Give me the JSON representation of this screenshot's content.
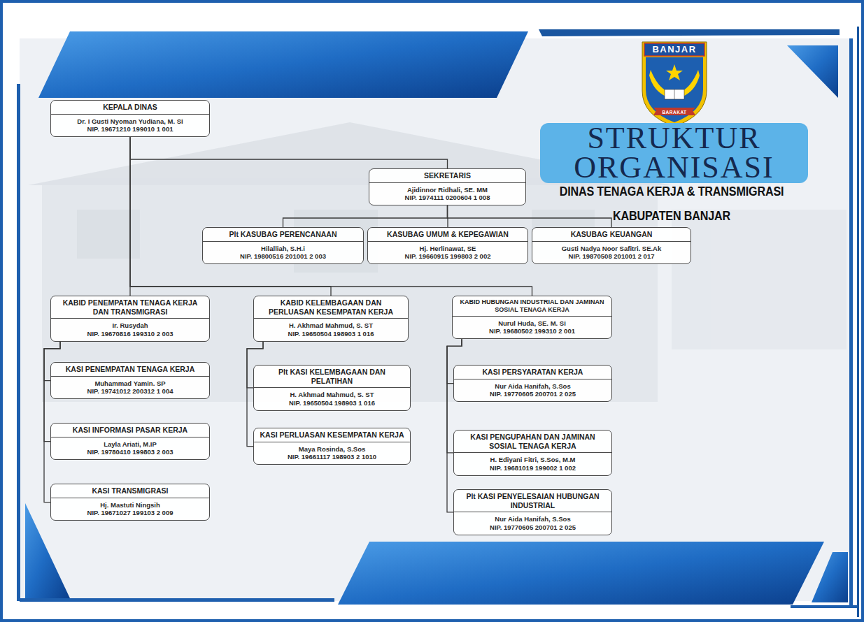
{
  "diagram": {
    "title": "STRUKTUR ORGANISASI",
    "nodes": [
      {
        "text": [
          "KEPALA DINAS",
          "Dr. I Gusti Nyoman Yudiana, M. Si",
          "NIP. 19671210 199010 1 001"
        ]
      },
      {
        "text": [
          "SEKRETARIS",
          "Ajidinnor Ridhali, SE. MM",
          "NIP. 1974111 0200604 1 008"
        ]
      },
      {
        "text": [
          "Plt KASUBAG PERENCANAAN",
          "Hilalliah, S.H.i",
          "NIP. 19800516 201001 2 003"
        ]
      },
      {
        "text": [
          "KASUBAG UMUM & KEPEGAWIAN",
          "Hj. Herlinawat, SE",
          "NIP. 19660915 199803 2 002"
        ]
      },
      {
        "text": [
          "KASUBAG KEUANGAN",
          "Gusti Nadya Noor Safitri. SE.Ak",
          "NIP. 19870508 201001 2 017"
        ]
      },
      {
        "text": [
          "KABID PENEMPATAN TENAGA KERJA DAN TRANSMIGRASI",
          "Ir. Rusydah",
          "NIP. 19670816 199310 2 003"
        ]
      },
      {
        "text": [
          "KABID KELEMBAGAAN DAN PERLUASAN KESEMPATAN KERJA",
          "H. Akhmad Mahmud, S. ST",
          "NIP. 19650504 198903 1 016"
        ]
      },
      {
        "text": [
          "KABID HUBUNGAN INDUSTRIAL DAN JAMINAN SOSIAL TENAGA KERJA",
          "Nurul Huda, SE. M. Si",
          "NIP. 19680502 199310 2 001"
        ]
      },
      {
        "text": [
          "KASI PENEMPATAN TENAGA KERJA",
          "Muhammad Yamin. SP",
          "NIP. 19741012 200312 1 004"
        ]
      },
      {
        "text": [
          "KASI INFORMASI PASAR KERJA",
          "Layla Ariati, M.IP",
          "NIP. 19780410 199803 2 003"
        ]
      },
      {
        "text": [
          "KASI TRANSMIGRASI",
          "Hj. Mastuti Ningsih",
          "NIP. 19671027 199103 2 009"
        ]
      },
      {
        "text": [
          "Plt KASI KELEMBAGAAN DAN PELATIHAN",
          "H. Akhmad Mahmud, S. ST",
          "NIP. 19650504 198903 1 016"
        ]
      },
      {
        "text": [
          "KASI PERLUASAN KESEMPATAN KERJA",
          "Maya Rosinda, S.Sos",
          "NIP. 19661117 198903 2 1010"
        ]
      },
      {
        "text": [
          "KASI PERSYARATAN KERJA",
          "Nur Aida Hanifah, S.Sos",
          "NIP. 19770605 200701 2 025"
        ]
      },
      {
        "text": [
          "KASI PENGUPAHAN DAN JAMINAN SOSIAL TENAGA KERJA",
          "H. Ediyani Fitri, S.Sos, M.M",
          "NIP. 19681019 199002 1 002"
        ]
      },
      {
        "text": [
          "Plt KASI PENYELESAIAN HUBUNGAN INDUSTRIAL",
          "Nur Aida Hanifah, S.Sos",
          "NIP. 19770605 200701 2 025"
        ]
      }
    ],
    "edges": [
      {
        "from": 0,
        "to": 1,
        "arrow": "none"
      },
      {
        "from": 1,
        "to": 2,
        "arrow": "none"
      },
      {
        "from": 1,
        "to": 3,
        "arrow": "none"
      },
      {
        "from": 1,
        "to": 4,
        "arrow": "none"
      },
      {
        "from": 0,
        "to": 5,
        "arrow": "none"
      },
      {
        "from": 0,
        "to": 6,
        "arrow": "none"
      },
      {
        "from": 0,
        "to": 7,
        "arrow": "none"
      },
      {
        "from": 5,
        "to": 8,
        "arrow": "none"
      },
      {
        "from": 5,
        "to": 9,
        "arrow": "none"
      },
      {
        "from": 5,
        "to": 10,
        "arrow": "none"
      },
      {
        "from": 6,
        "to": 11,
        "arrow": "none"
      },
      {
        "from": 6,
        "to": 12,
        "arrow": "none"
      },
      {
        "from": 7,
        "to": 13,
        "arrow": "none"
      },
      {
        "from": 7,
        "to": 14,
        "arrow": "none"
      },
      {
        "from": 7,
        "to": 15,
        "arrow": "none"
      }
    ],
    "labels": [
      "DINAS TENAGA KERJA & TRANSMIGRASI",
      "KABUPATEN BANJAR",
      "BANJAR",
      "BARAKAT"
    ]
  }
}
